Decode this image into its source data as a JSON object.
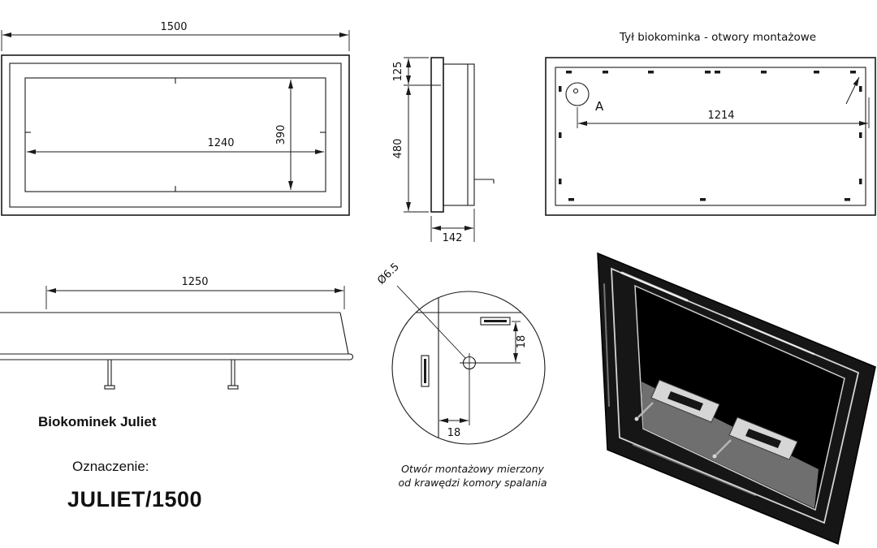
{
  "product": {
    "name": "Biokominek Juliet",
    "designation_label": "Oznaczenie:",
    "model": "JULIET/1500"
  },
  "views": {
    "front": {
      "width": "1500",
      "opening_width": "1240",
      "opening_height": "390"
    },
    "side": {
      "top_depth": "125",
      "height": "480",
      "depth": "142"
    },
    "back": {
      "title": "Tył biokominka - otwory montażowe",
      "hole_span": "1214",
      "detail_label": "A"
    },
    "base": {
      "width": "1250"
    },
    "detail": {
      "hole_diameter": "Ø6.5",
      "offset_vertical": "18",
      "offset_horizontal": "18",
      "caption_line1": "Otwór montażowy mierzony",
      "caption_line2": "od krawędzi komory spalania"
    }
  }
}
